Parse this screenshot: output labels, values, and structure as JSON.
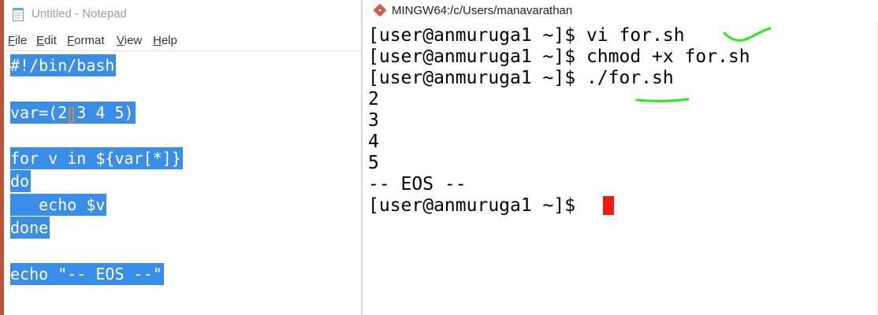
{
  "notepad": {
    "title": "Untitled - Notepad",
    "menu": [
      {
        "mnemonic": "F",
        "rest": "ile"
      },
      {
        "mnemonic": "E",
        "rest": "dit"
      },
      {
        "mnemonic": "F",
        "rest": "ormat"
      },
      {
        "mnemonic": "V",
        "rest": "iew"
      },
      {
        "mnemonic": "H",
        "rest": "elp"
      }
    ],
    "lines": [
      "#!/bin/bash",
      "var=(2 3 4 5)",
      "for v in ${var[*]}",
      "do",
      "   echo $v",
      "done",
      "echo \"-- EOS --\""
    ],
    "selection_color": "#3b8ee8"
  },
  "terminal": {
    "title": "MINGW64:/c/Users/manavarathan",
    "lines": [
      "[user@anmuruga1 ~]$ vi for.sh",
      "[user@anmuruga1 ~]$ chmod +x for.sh",
      "[user@anmuruga1 ~]$ ./for.sh",
      "2",
      "3",
      "4",
      "5",
      "-- EOS --",
      "[user@anmuruga1 ~]$ "
    ],
    "cursor_color": "#f21a0c",
    "annotation_color": "#2ee81a"
  }
}
